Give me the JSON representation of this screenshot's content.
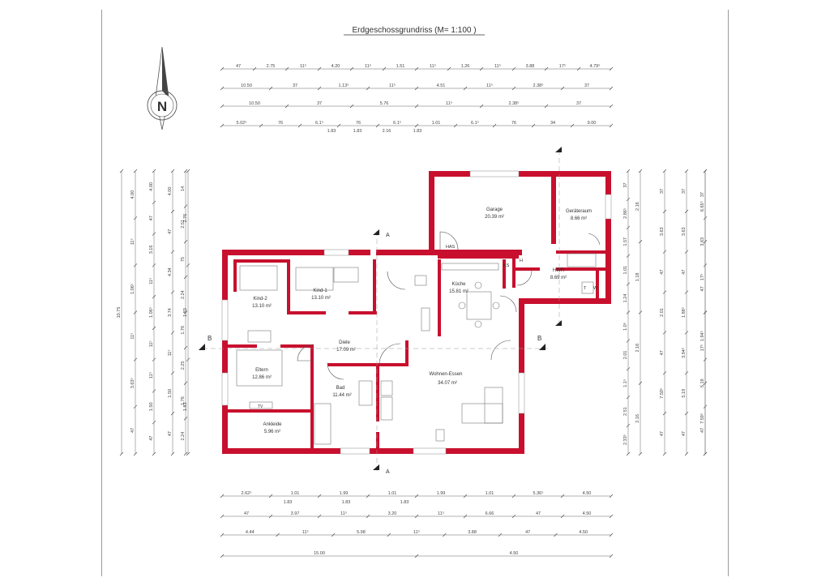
{
  "title": "Erdgeschossgrundriss (M= 1:100 )",
  "north_label": "N",
  "section_labels": {
    "a": "A",
    "b": "B"
  },
  "rooms": [
    {
      "id": "garage",
      "name": "Garage",
      "area": "20.39  m²"
    },
    {
      "id": "geraeteraum",
      "name": "Geräteraum",
      "area": "8.66  m²"
    },
    {
      "id": "hwr",
      "name": "HWR",
      "area": "8.69  m²"
    },
    {
      "id": "kind2",
      "name": "Kind-2",
      "area": "13.10  m²"
    },
    {
      "id": "kind1",
      "name": "Kind-1",
      "area": "13.10  m²"
    },
    {
      "id": "kueche",
      "name": "Küche",
      "area": "15.81  m²"
    },
    {
      "id": "diele",
      "name": "Diele",
      "area": "17.09  m²"
    },
    {
      "id": "eltern",
      "name": "Eltern",
      "area": "12.86  m²"
    },
    {
      "id": "bad",
      "name": "Bad",
      "area": "11.44  m²"
    },
    {
      "id": "wohnen",
      "name": "Wohnen-Essen",
      "area": "34.07  m²"
    },
    {
      "id": "ankleide",
      "name": "Ankleide",
      "area": "5.96  m²"
    }
  ],
  "fixtures": {
    "has": "HAS",
    "ks": "KS",
    "h": "H",
    "t": "T",
    "w": "W",
    "tv": "TV"
  },
  "dims_top": [
    [
      "47",
      "2.75",
      "11⁵",
      "4.20",
      "11⁵",
      "1.51",
      "11⁵",
      "1.26",
      "11⁵",
      "3.88",
      "17⁵",
      "4.79⁵"
    ],
    [
      "10.50",
      "37",
      "1.13⁵",
      "11⁵",
      "4.51",
      "11⁵",
      "2.38⁵",
      "37"
    ],
    [
      "10.50",
      "37",
      "5.76",
      "11⁵",
      "2.38⁵",
      "37"
    ],
    [
      "5.02⁵",
      "76",
      "6.1⁵",
      "76",
      "6.1⁵",
      "1.01",
      "6.1⁵",
      "76",
      "34",
      "9.00"
    ]
  ],
  "dims_top_sub": [
    "1.83",
    "1.83",
    "2.16",
    "1.83"
  ],
  "dims_bottom": [
    [
      "2.62⁵",
      "1.01",
      "1.99",
      "1.01",
      "1.99",
      "1.01",
      "5.36⁵",
      "4.50"
    ],
    [
      "47",
      "3.97",
      "11⁵",
      "3.20",
      "11⁵",
      "6.66",
      "47",
      "4.50"
    ],
    [
      "4.44",
      "11⁵",
      "5.98",
      "11⁵",
      "3.88",
      "47",
      "4.50"
    ],
    [
      "15.00",
      "4.50"
    ]
  ],
  "dims_bottom_sub": [
    "1.83",
    "1.83",
    "1.83"
  ],
  "dims_left": [
    [
      "10.75"
    ],
    [
      "4.00",
      "11⁵",
      "1.06⁵",
      "11⁵",
      "3.63⁵",
      "47"
    ],
    [
      "4.00",
      "47",
      "3.16",
      "11⁵",
      "1.06⁵",
      "11⁵",
      "11⁵",
      "1.50",
      "47"
    ],
    [
      "4.00",
      "47",
      "4.34",
      "3.74",
      "11⁵",
      "1.50",
      "47"
    ],
    [
      "14",
      "2.51",
      "75",
      "2.24",
      "1.76",
      "2.25",
      "1.76",
      "2.24"
    ],
    [
      "2.76",
      "1.83",
      "1.83"
    ]
  ],
  "dims_right": [
    [
      "37",
      "2.86⁵",
      "1.57",
      "1.01",
      "1.24",
      "1.0⁵",
      "2.01",
      "1.1⁵",
      "2.51",
      "2.33⁵"
    ],
    [
      "2.16",
      "1.18",
      "2.16",
      "2.16"
    ],
    [
      "37",
      "3.63",
      "47",
      "2.01",
      "47",
      "7.59⁵",
      "47"
    ],
    [
      "37",
      "3.63",
      "47",
      "1.88⁵",
      "3.94⁵",
      "5.19",
      "47"
    ],
    [
      "37",
      "3.63",
      "47",
      "1.94⁵",
      "5.19",
      "47"
    ],
    [
      "6.65⁵",
      "17⁵",
      "17⁵",
      "7.59⁵"
    ]
  ]
}
